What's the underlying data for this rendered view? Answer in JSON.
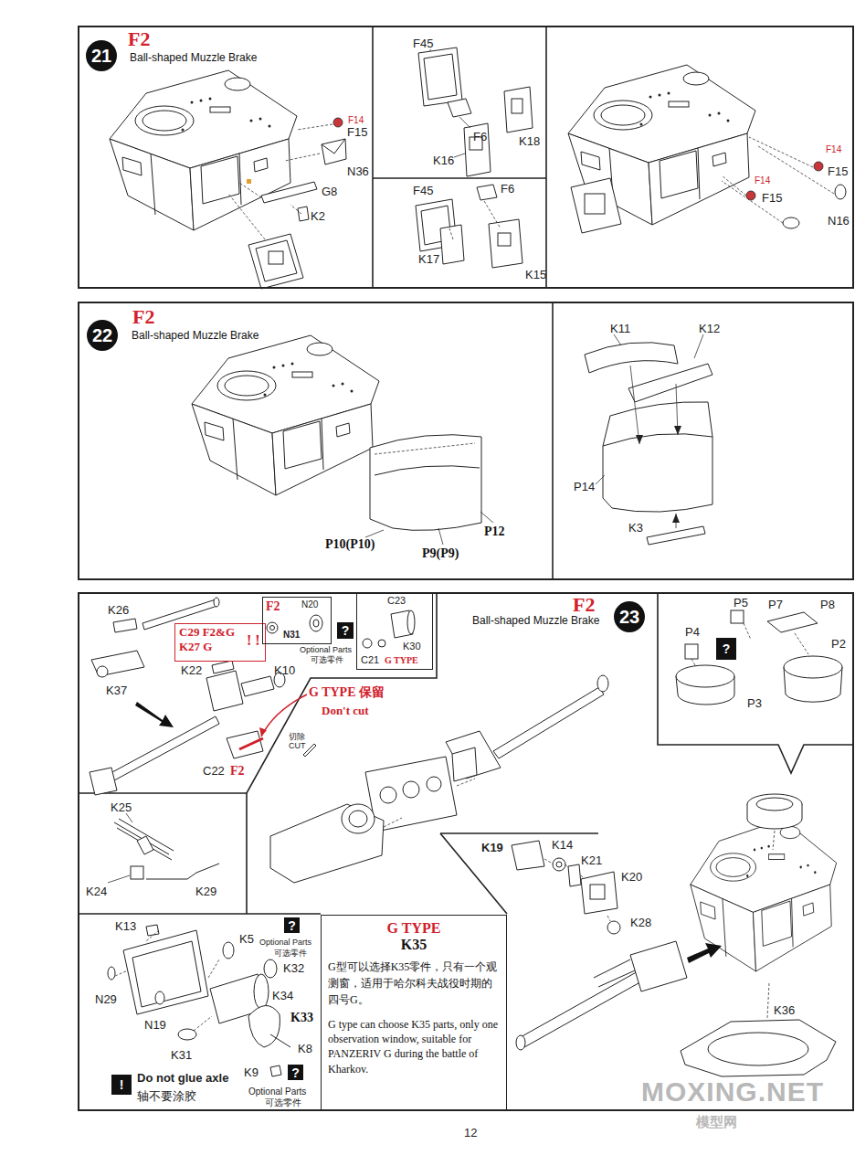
{
  "diagram": {
    "nodes": [
      {
        "text": [
          "F2",
          "Ball-shaped Muzzle Brake"
        ]
      },
      {
        "text": [
          "21"
        ],
        "in": 0
      },
      {
        "text": [
          "F2",
          "Ball-shaped Muzzle Brake"
        ]
      },
      {
        "text": [
          "22"
        ],
        "in": 2
      },
      {
        "text": [
          "F2",
          "Ball-shaped Muzzle Brake"
        ]
      },
      {
        "text": [
          "23"
        ],
        "in": 4
      },
      {
        "text": [
          "C29 F2&G K27 G",
          "! !"
        ],
        "in": 4
      },
      {
        "text": [
          "F2",
          "N20",
          "N31"
        ],
        "in": 4
      },
      {
        "text": [
          "?"
        ],
        "in": 4
      },
      {
        "text": [
          "C23",
          "K30",
          "C21",
          "G TYPE"
        ],
        "in": 4
      },
      {
        "text": [
          "?"
        ],
        "in": 4
      },
      {
        "text": [
          "?"
        ],
        "in": 4
      },
      {
        "text": [
          "G TYPE",
          "K35",
          "G型可以选择K35零件，只有一个观测窗，适用于哈尔科夫战役时期的四号G。",
          "G type can choose K35 parts, only one observation window, suitable for PANZERIV G during the battle of Kharkov."
        ],
        "in": 4
      },
      {
        "text": [
          "?"
        ],
        "in": 4
      },
      {
        "text": [
          "!"
        ],
        "in": 4
      }
    ],
    "labels": [
      "F14",
      "F15",
      "N36",
      "G8",
      "K2",
      "F45",
      "F6",
      "K16",
      "K18",
      "F45",
      "F6",
      "K17",
      "K15",
      "F14",
      "F15",
      "F14",
      "F15",
      "N16",
      "P10(P10)",
      "P9(P9)",
      "P12",
      "K11",
      "K12",
      "P14",
      "K3",
      "K26",
      "K37",
      "K22",
      "K10",
      "Optional Parts",
      "可选零件",
      "G TYPE 保留",
      "Don't cut",
      "切除",
      "CUT",
      "C22",
      "F2",
      "P5",
      "P7",
      "P8",
      "P4",
      "P2",
      "P3",
      "K25",
      "K24",
      "K29",
      "K19",
      "K14",
      "K21",
      "K20",
      "K28",
      "K13",
      "K5",
      "Optional Parts",
      "可选零件",
      "K32",
      "N29",
      "K34",
      "N19",
      "K33",
      "K8",
      "K31",
      "K9",
      "Optional Parts",
      "可选零件",
      "Do not glue axle",
      "轴不要涂胶",
      "K36",
      "MOXING.NET",
      "模型网",
      "12"
    ]
  }
}
